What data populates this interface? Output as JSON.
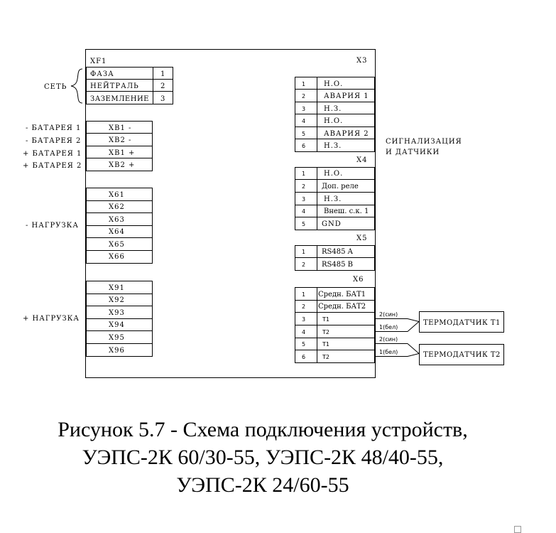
{
  "left_labels": {
    "network": "СЕТЬ",
    "batteries": [
      "- БАТАРЕЯ 1",
      "- БАТАРЕЯ 2",
      "+ БАТАРЕЯ 1",
      "+ БАТАРЕЯ 2"
    ],
    "load_minus": "- НАГРУЗКА",
    "load_plus": "+ НАГРУЗКА"
  },
  "xf1": {
    "title": "XF1",
    "rows": [
      {
        "label": "ФАЗА",
        "num": "1"
      },
      {
        "label": "НЕЙТРАЛЬ",
        "num": "2"
      },
      {
        "label": "ЗАЗЕМЛЕНИЕ",
        "num": "3"
      }
    ]
  },
  "xb": [
    "XB1 -",
    "XB2 -",
    "XB1 +",
    "XB2 +"
  ],
  "x6x": [
    "X61",
    "X62",
    "X63",
    "X64",
    "X65",
    "X66"
  ],
  "x9x": [
    "X91",
    "X92",
    "X93",
    "X94",
    "X95",
    "X96"
  ],
  "x3": {
    "title": "X3",
    "rows": [
      {
        "num": "1",
        "label": "Н.О."
      },
      {
        "num": "2",
        "label": "АВАРИЯ 1"
      },
      {
        "num": "3",
        "label": "Н.З."
      },
      {
        "num": "4",
        "label": "Н.О."
      },
      {
        "num": "5",
        "label": "АВАРИЯ 2"
      },
      {
        "num": "6",
        "label": "Н.З."
      }
    ]
  },
  "signal_label": [
    "СИГНАЛИЗАЦИЯ",
    "И ДАТЧИКИ"
  ],
  "x4": {
    "title": "X4",
    "rows": [
      {
        "num": "1",
        "label": "Н.О."
      },
      {
        "num": "2",
        "label": "Доп. реле"
      },
      {
        "num": "3",
        "label": "Н.З."
      },
      {
        "num": "4",
        "label": "Внеш. с.к. 1"
      },
      {
        "num": "5",
        "label": "GND"
      }
    ]
  },
  "x5": {
    "title": "X5",
    "rows": [
      {
        "num": "1",
        "label": "RS485 A"
      },
      {
        "num": "2",
        "label": "RS485 B"
      }
    ]
  },
  "x6": {
    "title": "X6",
    "rows": [
      {
        "num": "1",
        "label": "Средн. БАТ1"
      },
      {
        "num": "2",
        "label": "Средн. БАТ2"
      },
      {
        "num": "3",
        "label": "T1"
      },
      {
        "num": "4",
        "label": "T2"
      },
      {
        "num": "5",
        "label": "T1"
      },
      {
        "num": "6",
        "label": "T2"
      }
    ]
  },
  "wires": {
    "blue": "2(син)",
    "white": "1(бел)"
  },
  "sensors": [
    "ТЕРМОДАТЧИК Т1",
    "ТЕРМОДАТЧИК Т2"
  ],
  "caption": [
    "Рисунок 5.7 - Схема подключения устройств,",
    "УЭПС-2К 60/30-55, УЭПС-2К 48/40-55,",
    "УЭПС-2К 24/60-55"
  ]
}
